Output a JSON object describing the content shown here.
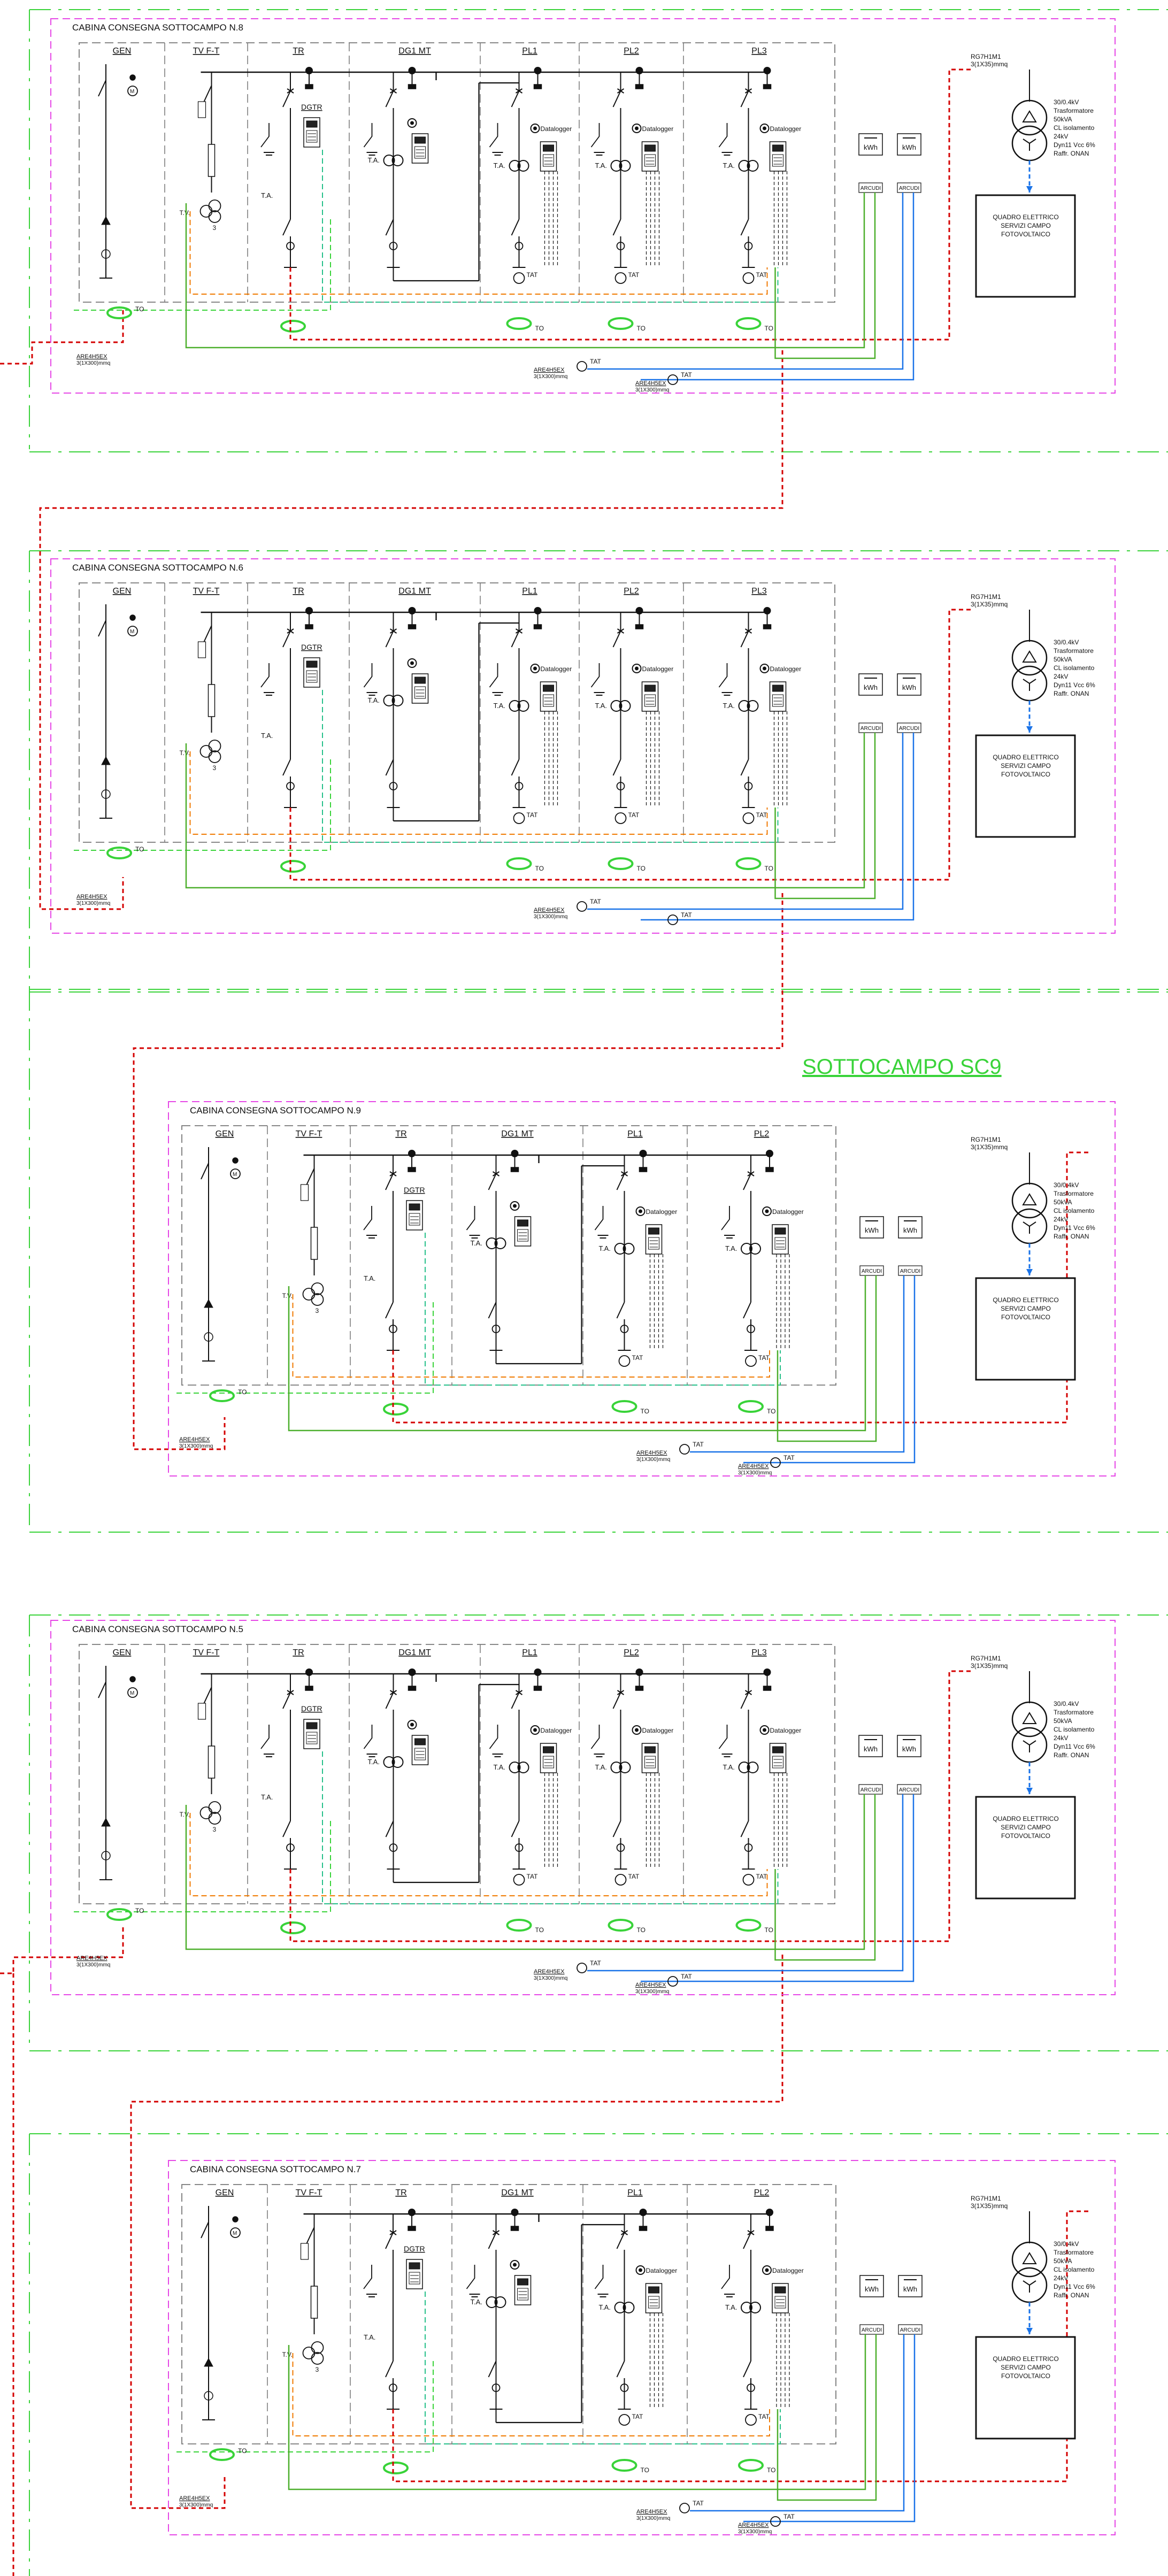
{
  "colors": {
    "grid_green": "#39d339",
    "cabin_border": "#e648e6",
    "red_line": "#d40000",
    "orange_line": "#f07a00",
    "green_line": "#4caf2c",
    "cyan_line": "#27c08a",
    "blue_line": "#1a73e8",
    "ink": "#111111",
    "panel_gray": "#777777"
  },
  "subfield_title": "SOTTOCAMPO SC9",
  "cabins": [
    {
      "title": "CABINA CONSEGNA SOTTOCAMPO N.8",
      "columns": [
        "GEN",
        "TV F-T",
        "TR",
        "DG1 MT",
        "PL1",
        "PL2",
        "PL3"
      ],
      "dgtr_label": "DGTR",
      "datalogger": [
        "Datalogger",
        "Datalogger",
        "Datalogger"
      ],
      "kwh_labels": [
        "kWh",
        "kWh"
      ],
      "arcudi_labels": [
        "ARCUDI",
        "ARCUDI"
      ],
      "cable_label": "RG7H1M1\n3(1X35)mmq",
      "transformer_spec": [
        "30/0.4kV",
        "Trasformatore",
        "50kVA",
        "CL isolamento",
        "24kV",
        "Dyn11 Vcc 6%",
        "Raffr. ONAN"
      ],
      "panel_label": [
        "QUADRO ELETTRICO",
        "SERVIZI CAMPO",
        "FOTOVOLTAICO"
      ],
      "ta_label": "T.A.",
      "tat_label": "TAT",
      "to_label": "TO",
      "cable_tags": [
        "ARE4H5EX",
        "ARE4H5EX",
        "ARE4H5EX"
      ],
      "cable_tag_sub": "3(1X300)mmq"
    },
    {
      "title": "CABINA CONSEGNA SOTTOCAMPO N.6",
      "columns": [
        "GEN",
        "TV F-T",
        "TR",
        "DG1 MT",
        "PL1",
        "PL2",
        "PL3"
      ],
      "dgtr_label": "DGTR",
      "datalogger": [
        "Datalogger",
        "Datalogger",
        "Datalogger"
      ],
      "kwh_labels": [
        "kWh",
        "kWh"
      ],
      "arcudi_labels": [
        "ARCUDI",
        "ARCUDI"
      ],
      "cable_label": "RG7H1M1\n3(1X35)mmq",
      "transformer_spec": [
        "30/0.4kV",
        "Trasformatore",
        "50kVA",
        "CL isolamento",
        "24kV",
        "Dyn11 Vcc 6%",
        "Raffr. ONAN"
      ],
      "panel_label": [
        "QUADRO ELETTRICO",
        "SERVIZI CAMPO",
        "FOTOVOLTAICO"
      ],
      "ta_label": "T.A.",
      "tat_label": "TAT",
      "to_label": "TO",
      "cable_tags": [
        "ARE4H5EX",
        "ARE4H5EX"
      ],
      "cable_tag_sub": "3(1X300)mmq"
    },
    {
      "title": "CABINA CONSEGNA SOTTOCAMPO N.9",
      "columns": [
        "GEN",
        "TV F-T",
        "TR",
        "DG1 MT",
        "PL1",
        "PL2"
      ],
      "dgtr_label": "DGTR",
      "datalogger": [
        "Datalogger",
        "Datalogger"
      ],
      "kwh_labels": [
        "kWh",
        "kWh"
      ],
      "arcudi_labels": [
        "ARCUDI",
        "ARCUDI"
      ],
      "cable_label": "RG7H1M1\n3(1X35)mmq",
      "transformer_spec": [
        "30/0.4kV",
        "Trasformatore",
        "50kVA",
        "CL isolamento",
        "24kV",
        "Dyn11 Vcc 6%",
        "Raffr. ONAN"
      ],
      "panel_label": [
        "QUADRO ELETTRICO",
        "SERVIZI CAMPO",
        "FOTOVOLTAICO"
      ],
      "ta_label": "T.A.",
      "tat_label": "TAT",
      "to_label": "TO",
      "cable_tags": [
        "ARE4H5EX",
        "ARE4H5EX",
        "ARE4H5EX"
      ],
      "cable_tag_sub": "3(1X300)mmq"
    },
    {
      "title": "CABINA CONSEGNA SOTTOCAMPO N.5",
      "columns": [
        "GEN",
        "TV F-T",
        "TR",
        "DG1 MT",
        "PL1",
        "PL2",
        "PL3"
      ],
      "dgtr_label": "DGTR",
      "datalogger": [
        "Datalogger",
        "Datalogger",
        "Datalogger"
      ],
      "kwh_labels": [
        "kWh",
        "kWh"
      ],
      "arcudi_labels": [
        "ARCUDI",
        "ARCUDI"
      ],
      "cable_label": "RG7H1M1\n3(1X35)mmq",
      "transformer_spec": [
        "30/0.4kV",
        "Trasformatore",
        "50kVA",
        "CL isolamento",
        "24kV",
        "Dyn11 Vcc 6%",
        "Raffr. ONAN"
      ],
      "panel_label": [
        "QUADRO ELETTRICO",
        "SERVIZI CAMPO",
        "FOTOVOLTAICO"
      ],
      "ta_label": "T.A.",
      "tat_label": "TAT",
      "to_label": "TO",
      "cable_tags": [
        "ARE4H5EX",
        "ARE4H5EX",
        "ARE4H5EX"
      ],
      "cable_tag_sub": "3(1X300)mmq"
    },
    {
      "title": "CABINA CONSEGNA SOTTOCAMPO N.7",
      "columns": [
        "GEN",
        "TV F-T",
        "TR",
        "DG1 MT",
        "PL1",
        "PL2"
      ],
      "dgtr_label": "DGTR",
      "datalogger": [
        "Datalogger",
        "Datalogger"
      ],
      "kwh_labels": [
        "kWh",
        "kWh"
      ],
      "arcudi_labels": [
        "ARCUDI",
        "ARCUDI"
      ],
      "cable_label": "RG7H1M1\n3(1X35)mmq",
      "transformer_spec": [
        "30/0.4kV",
        "Trasformatore",
        "50kVA",
        "CL isolamento",
        "24kV",
        "Dyn11 Vcc 6%",
        "Raffr. ONAN"
      ],
      "panel_label": [
        "QUADRO ELETTRICO",
        "SERVIZI CAMPO",
        "FOTOVOLTAICO"
      ],
      "ta_label": "T.A.",
      "tat_label": "TAT",
      "to_label": "TO",
      "cable_tags": [
        "ARE4H5EX",
        "ARE4H5EX",
        "ARE4H5EX"
      ],
      "cable_tag_sub": "3(1X300)mmq"
    }
  ]
}
